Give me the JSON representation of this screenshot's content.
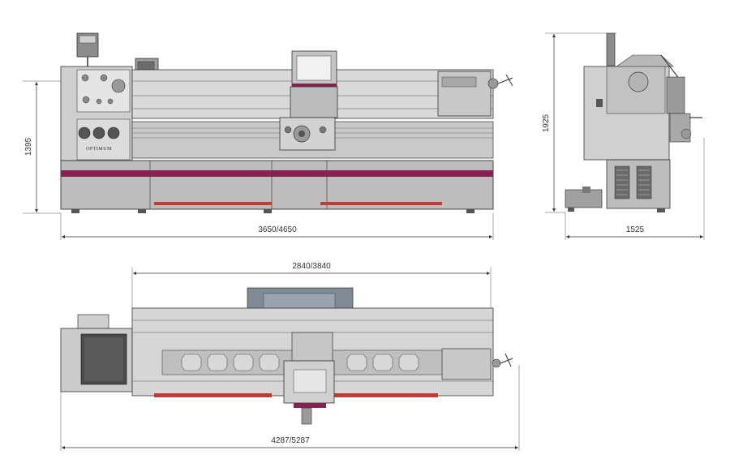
{
  "dimensions": {
    "front_height": "1395",
    "front_length": "3650/4650",
    "side_height": "1925",
    "side_depth": "1525",
    "top_bed_length": "2840/3840",
    "top_total_length": "4287/5287"
  },
  "brand": {
    "label": "OPTIMUM"
  },
  "colors": {
    "body_gray": "#b9b9b9",
    "light_gray": "#d6d6d6",
    "dark_gray": "#5f5f5f",
    "accent_magenta": "#8a1f52",
    "red_bar": "#c23a3a",
    "line": "#333333"
  }
}
